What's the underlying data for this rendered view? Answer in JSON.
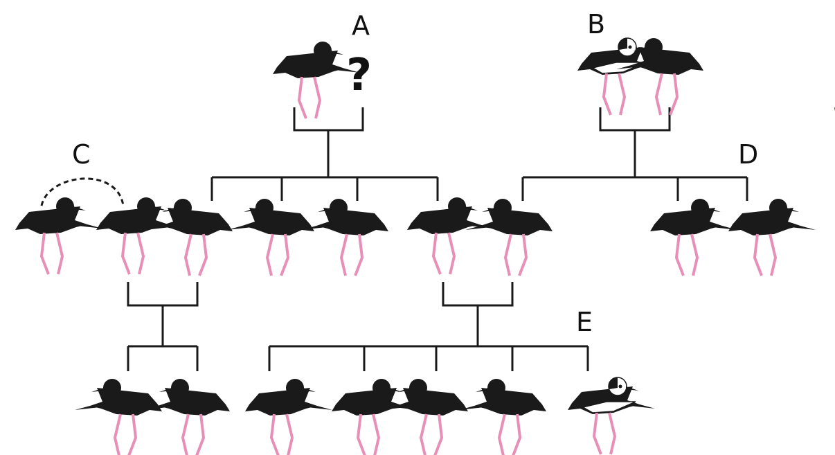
{
  "labels": {
    "a": "A",
    "b": "B",
    "c": "C",
    "d": "D",
    "e": "E",
    "unknown": "?"
  },
  "colors": {
    "bird_body": "#1a1a1a",
    "bird_legs": "#e88fb8",
    "pied_white": "#ffffff",
    "lines": "#1a1a1a",
    "pencil_body": "#f2b233",
    "pencil_tip": "#f1d9a8",
    "pencil_eraser": "#c46a7c",
    "pencil_ferrule": "#f5e07a"
  },
  "icons": {
    "stilt": "black-stilt-bird-icon",
    "pied_stilt": "pied-stilt-bird-icon",
    "pencil": "pencil-icon"
  }
}
